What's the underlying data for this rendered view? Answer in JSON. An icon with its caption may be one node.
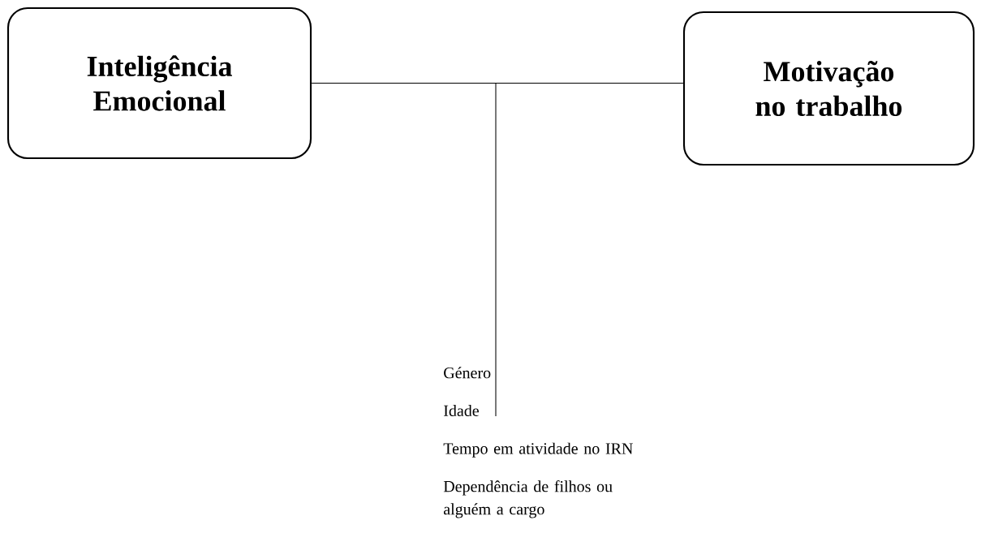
{
  "diagram": {
    "nodes": [
      {
        "text": [
          "Inteligência Emocional"
        ]
      },
      {
        "text": [
          "Motivação no trabalho"
        ]
      },
      {
        "text": [
          "Género",
          "Idade",
          "Tempo em atividade no IRN",
          "Dependência de filhos ou alguém a cargo"
        ]
      }
    ],
    "edges": [
      {
        "from": 0,
        "to": 1,
        "arrow": "none"
      },
      {
        "from": null,
        "to": 2,
        "arrow": "none"
      }
    ]
  }
}
